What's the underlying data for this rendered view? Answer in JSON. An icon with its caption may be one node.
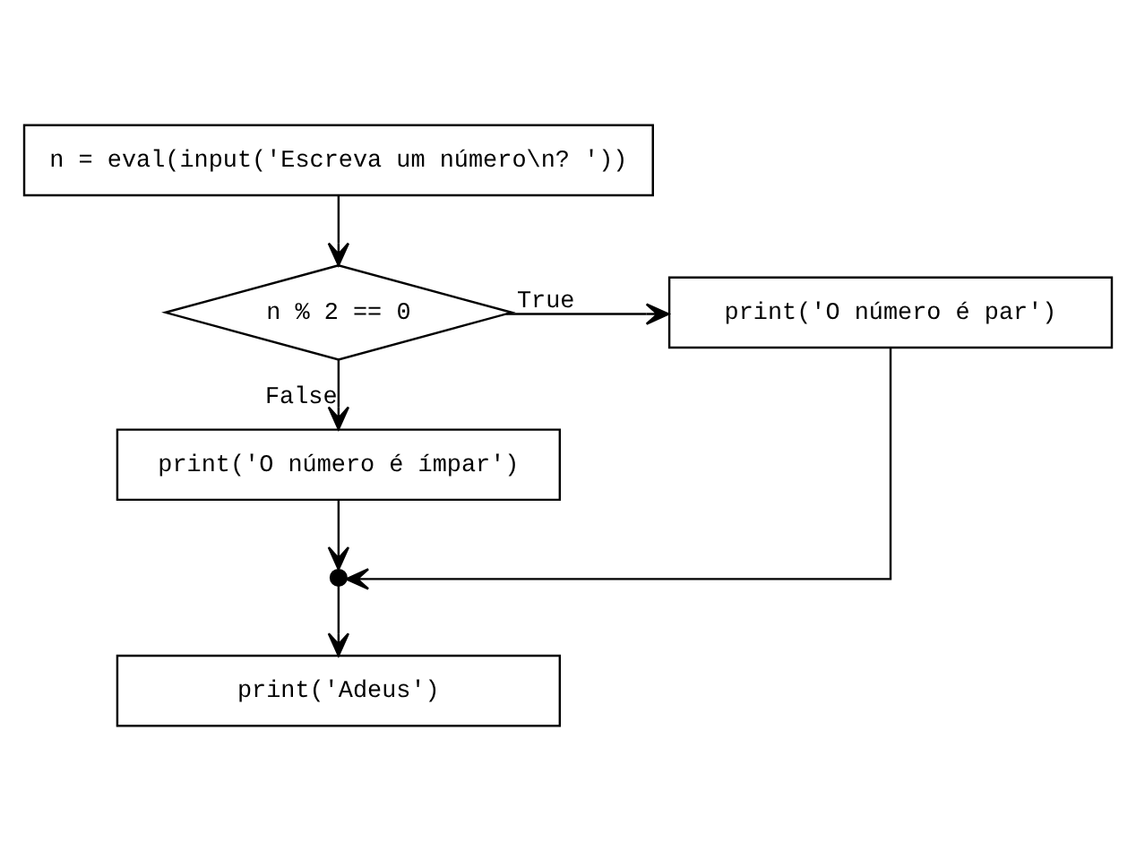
{
  "diagram": {
    "nodes": [
      {
        "text": [
          "n = eval(input('Escreva um número\\n? '))"
        ]
      },
      {
        "text": [
          "n % 2 == 0"
        ]
      },
      {
        "text": [
          "print('O número é par')"
        ]
      },
      {
        "text": [
          "print('O número é ímpar')"
        ]
      },
      {
        "text": [],
        "shape": "circle"
      },
      {
        "text": [
          "print('Adeus')"
        ]
      }
    ],
    "edges": [
      {
        "from": 0,
        "to": 1,
        "arrow": "to"
      },
      {
        "from": 1,
        "to": 2,
        "arrow": "to",
        "label": "True"
      },
      {
        "from": 1,
        "to": 3,
        "arrow": "to",
        "label": "False"
      },
      {
        "from": 3,
        "to": 4,
        "arrow": "to"
      },
      {
        "from": 2,
        "to": 4,
        "arrow": "to"
      },
      {
        "from": 4,
        "to": 5,
        "arrow": "to"
      }
    ]
  }
}
